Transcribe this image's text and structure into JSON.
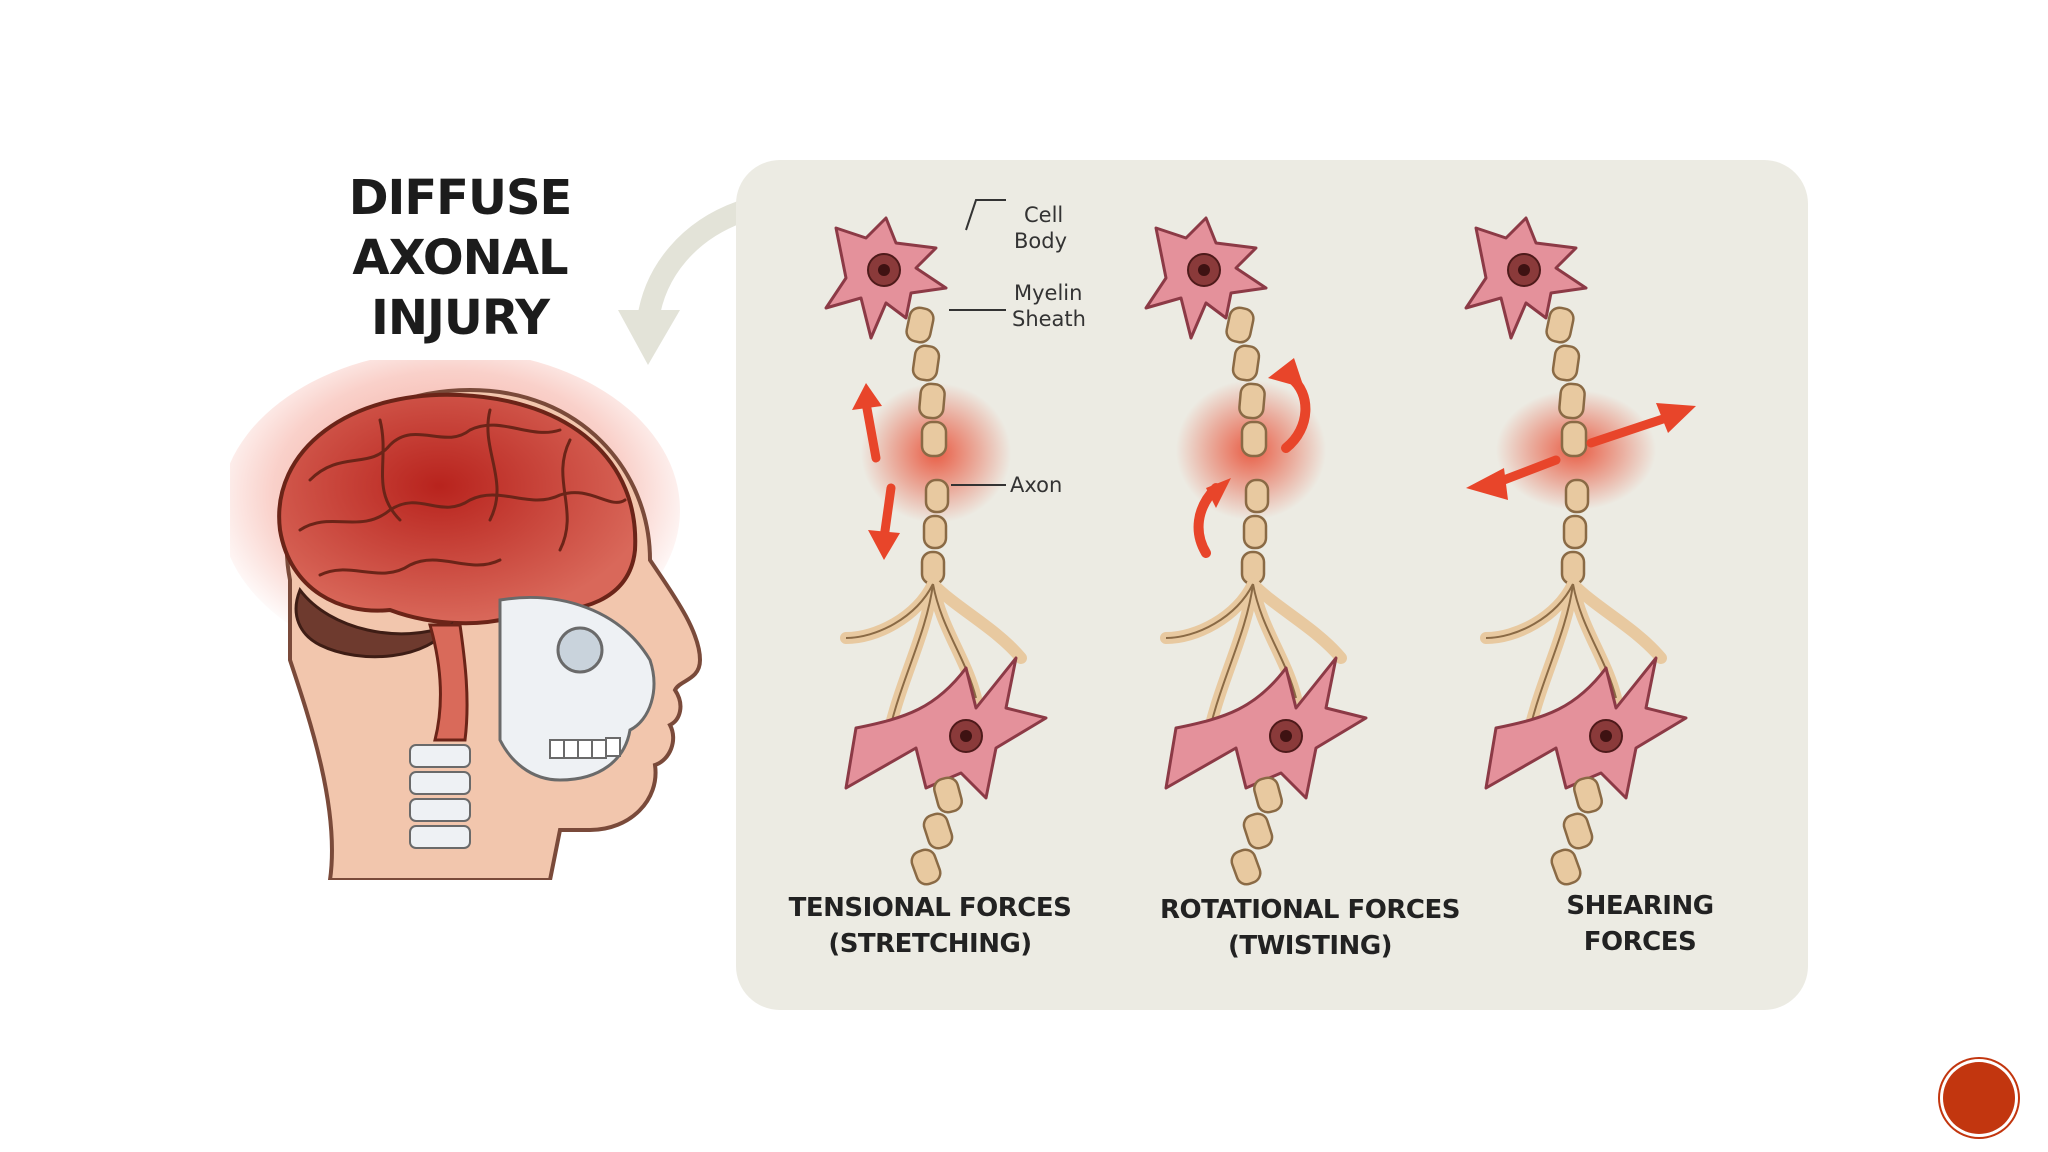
{
  "title": {
    "line1": "DIFFUSE",
    "line2": "AXONAL",
    "line3": "INJURY"
  },
  "labels": {
    "cell_body_1": "Cell",
    "cell_body_2": "Body",
    "myelin_1": "Myelin",
    "myelin_2": "Sheath",
    "axon": "Axon"
  },
  "panels": [
    {
      "line1": "TENSIONAL FORCES",
      "line2": "(STRETCHING)"
    },
    {
      "line1": "ROTATIONAL FORCES",
      "line2": "(TWISTING)"
    },
    {
      "line1": "SHEARING",
      "line2": "FORCES"
    }
  ],
  "colors": {
    "slide_background": "#ffffff",
    "panel_background": "#ecebe3",
    "neuron_pink": "#e4919b",
    "myelin_tan": "#e8c9a0",
    "injury_red": "#e8452a",
    "accent_badge": "#c2360f"
  },
  "icons": [
    "curved-arrow-icon",
    "head-skull-illustration",
    "neuron-illustration",
    "force-arrow-icon"
  ]
}
